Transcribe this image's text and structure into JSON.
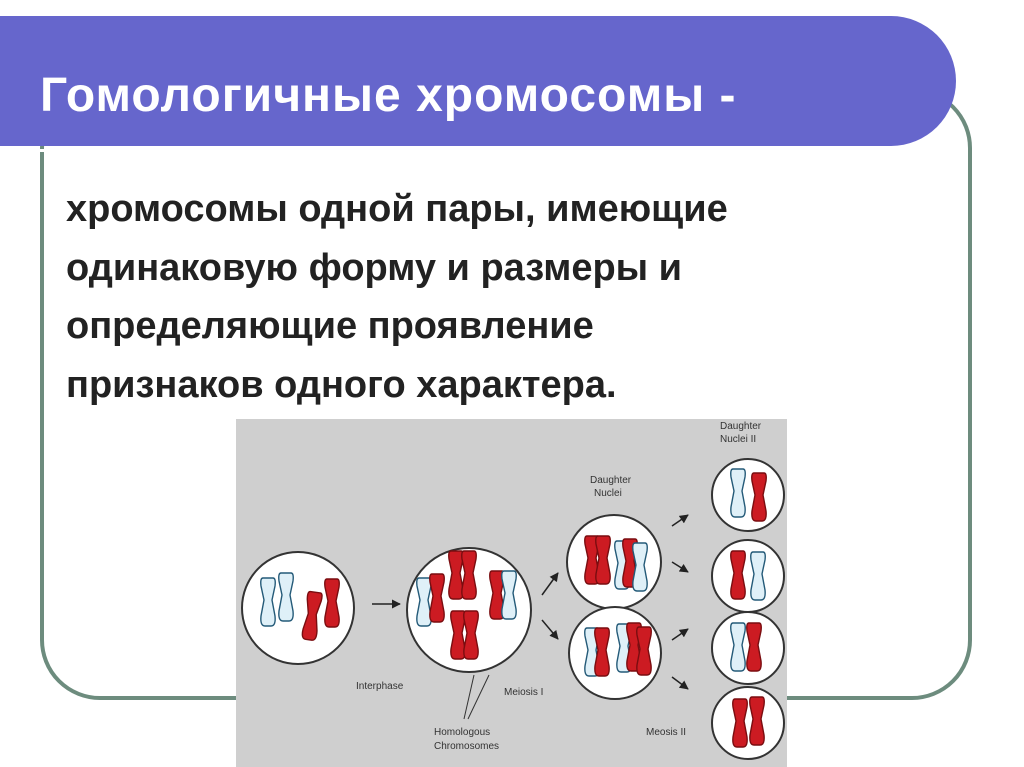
{
  "title": {
    "text": "Гомологичные хромосомы -"
  },
  "definition": {
    "lines": [
      "хромосомы одной пары, имеющие",
      "одинаковую форму и размеры и",
      "определяющие проявление",
      "признаков одного характера."
    ]
  },
  "figure": {
    "labels": {
      "interphase": "Interphase",
      "meiosis1": "Meiosis I",
      "homologous1": "Homologous",
      "homologous2": "Chromosomes",
      "daughter_nuclei1": "Daughter",
      "daughter_nuclei2": "Nuclei",
      "daughter_nuclei_ii1": "Daughter",
      "daughter_nuclei_ii2": "Nuclei II",
      "meiosis2": "Meosis II"
    }
  },
  "colors": {
    "title_bar": "#6666cc",
    "frame_border": "#6d8c7e",
    "chromosome_red": "#cc1b22",
    "chromosome_blue": "#dff0f8",
    "figure_background": "#cfcfcf"
  }
}
